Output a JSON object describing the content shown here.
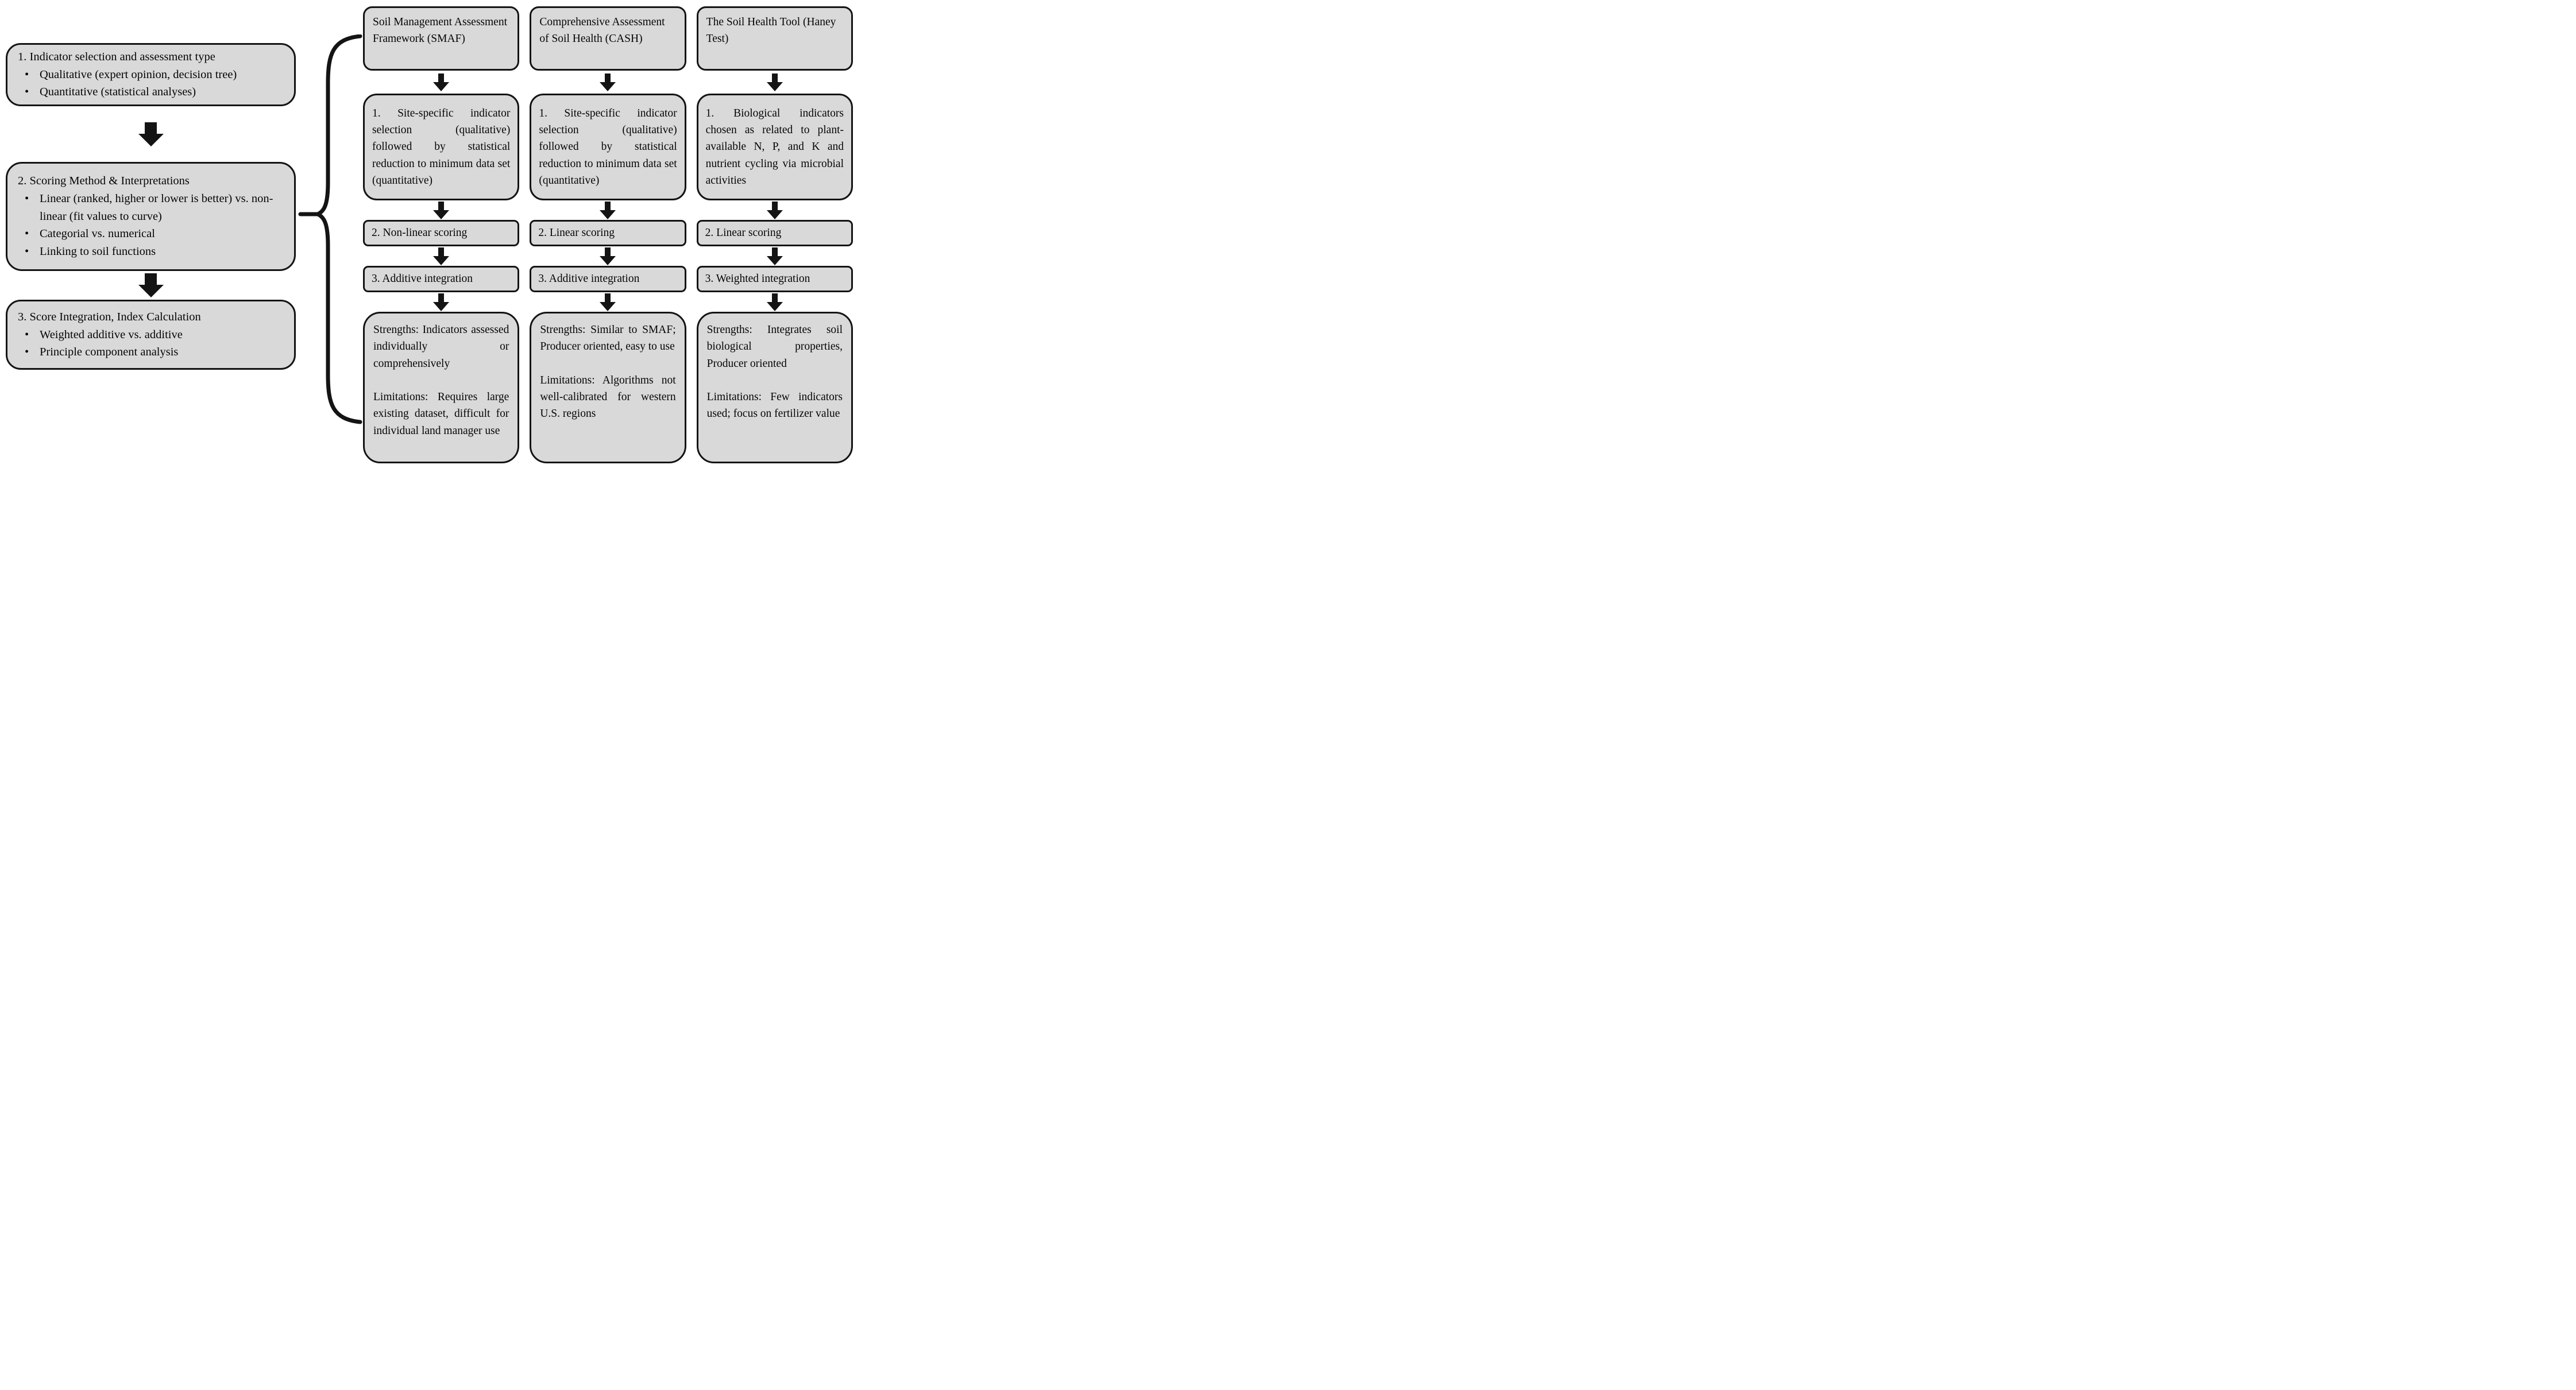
{
  "glyphs": {
    "bullet": "•"
  },
  "colors": {
    "box_fill": "#d9d9d9",
    "box_border": "#141414",
    "arrow": "#141414",
    "background": "#ffffff",
    "text": "#050505"
  },
  "left_column": {
    "boxes": [
      {
        "title": "1. Indicator selection and assessment type",
        "bullets": [
          "Qualitative (expert opinion, decision tree)",
          "Quantitative (statistical analyses)"
        ]
      },
      {
        "title": "2. Scoring Method & Interpretations",
        "bullets": [
          "Linear (ranked, higher or lower is better) vs. non-linear (fit values to curve)",
          "Categorial vs. numerical",
          "Linking to soil functions"
        ]
      },
      {
        "title": "3. Score Integration, Index Calculation",
        "bullets": [
          "Weighted additive vs. additive",
          "Principle component analysis"
        ]
      }
    ]
  },
  "columns": [
    {
      "header": "Soil Management Assessment Framework (SMAF)",
      "step1": "1. Site-specific indicator selection (qualitative) followed by statistical reduction to minimum data set (quantitative)",
      "step2": "2. Non-linear scoring",
      "step3": "3. Additive integration",
      "outcome": "Strengths: Indicators assessed individually or comprehensively\n\nLimitations: Requires large existing dataset, difficult for individual land manager use"
    },
    {
      "header": "Comprehensive Assessment of Soil Health (CASH)",
      "step1": "1. Site-specific indicator selection (qualitative) followed by statistical reduction to minimum data set (quantitative)",
      "step2": "2. Linear scoring",
      "step3": "3. Additive integration",
      "outcome": "Strengths: Similar to SMAF; Producer oriented, easy to use\n\nLimitations: Algorithms not well-calibrated for western U.S. regions"
    },
    {
      "header": "The Soil Health Tool (Haney Test)",
      "step1": "1. Biological indicators chosen as related to plant-available N, P, and K and nutrient cycling via microbial activities",
      "step2": "2. Linear scoring",
      "step3": "3. Weighted integration",
      "outcome": "Strengths: Integrates soil biological properties, Producer oriented\n\nLimitations: Few indicators used; focus on fertilizer value"
    }
  ]
}
